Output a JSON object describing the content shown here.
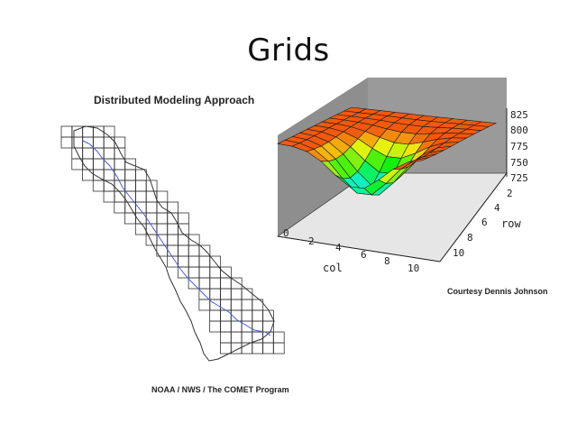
{
  "slide": {
    "title": "Grids"
  },
  "left_figure": {
    "title": "Distributed Modeling Approach",
    "credit": "NOAA / NWS / The COMET Program"
  },
  "right_figure": {
    "credit": "Courtesy Dennis Johnson",
    "chart_data": {
      "type": "surface",
      "x": {
        "label": "col",
        "ticks": [
          "0",
          "2",
          "4",
          "6",
          "8",
          "10"
        ]
      },
      "y": {
        "label": "row",
        "ticks": [
          "2",
          "4",
          "6",
          "8",
          "10"
        ]
      },
      "z": {
        "ticks": [
          "725",
          "750",
          "775",
          "800",
          "825"
        ]
      }
    }
  }
}
